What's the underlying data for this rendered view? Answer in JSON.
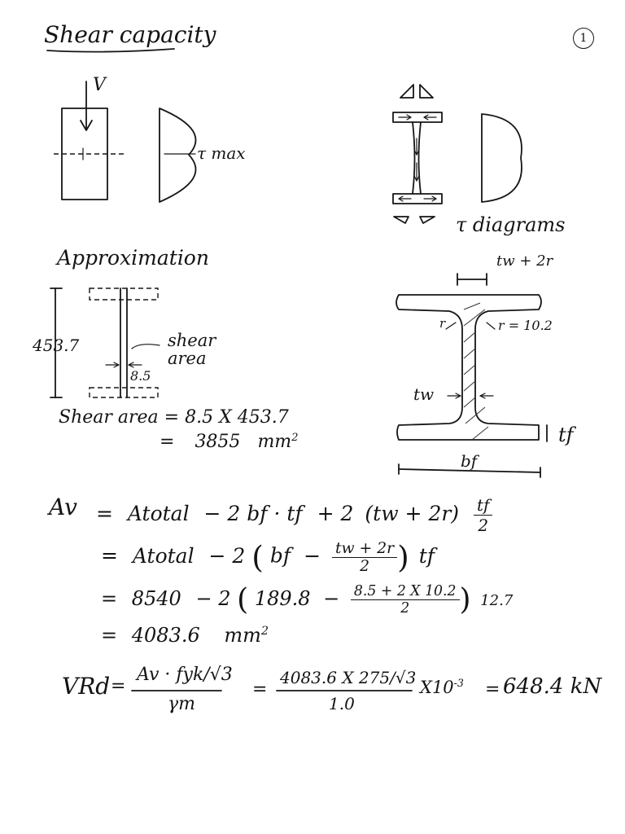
{
  "header": {
    "title": "Shear capacity",
    "page_number": "1"
  },
  "figure1": {
    "load_label": "V",
    "stress_label": "τ max"
  },
  "figure2": {
    "caption": "τ diagrams"
  },
  "approx": {
    "heading": "Approximation",
    "height_dim": "453.7",
    "web_thickness": "8.5",
    "shear_area_note_1": "shear",
    "shear_area_note_2": "area",
    "calc_line1_label": "Shear area",
    "calc_line1_eq": "=",
    "calc_line1_value": "8.5 X 453.7",
    "calc_line2_eq": "=",
    "calc_line2_value": "3855",
    "calc_line2_unit": "mm",
    "calc_line2_exp": "2"
  },
  "section": {
    "top_dim": "tw + 2r",
    "radius_label": "r = 10.2",
    "radius_mark": "r",
    "tw_label": "tw",
    "tf_label": "tf",
    "bf_label": "bf"
  },
  "equations": {
    "av_lhs": "Av",
    "line1": {
      "eq": "=",
      "term1": "Atotal",
      "term2": "− 2 bf · tf",
      "term3": "+ 2",
      "paren": "(tw + 2r)",
      "frac_num": "tf",
      "frac_den": "2"
    },
    "line2": {
      "eq": "=",
      "term1": "Atotal",
      "term2": "− 2",
      "inner1": "bf",
      "inner_minus": "−",
      "frac_num": "tw + 2r",
      "frac_den": "2",
      "tail": "tf"
    },
    "line3": {
      "eq": "=",
      "term1": "8540",
      "term2": "− 2",
      "inner1": "189.8",
      "inner_minus": "−",
      "frac_num": "8.5 + 2 X 10.2",
      "frac_den": "2",
      "tail": "12.7"
    },
    "line4": {
      "eq": "=",
      "value": "4083.6",
      "unit": "mm",
      "exp": "2"
    },
    "vrd": {
      "lhs": "VRd",
      "eq1": "=",
      "frac1_num": "Av · fyk/√3",
      "frac1_den": "γm",
      "eq2": "=",
      "frac2_num": "4083.6 X 275/√3",
      "frac2_den": "1.0",
      "factor": "X10",
      "factor_exp": "-3",
      "eq3": "=",
      "result": "648.4 kN"
    }
  }
}
